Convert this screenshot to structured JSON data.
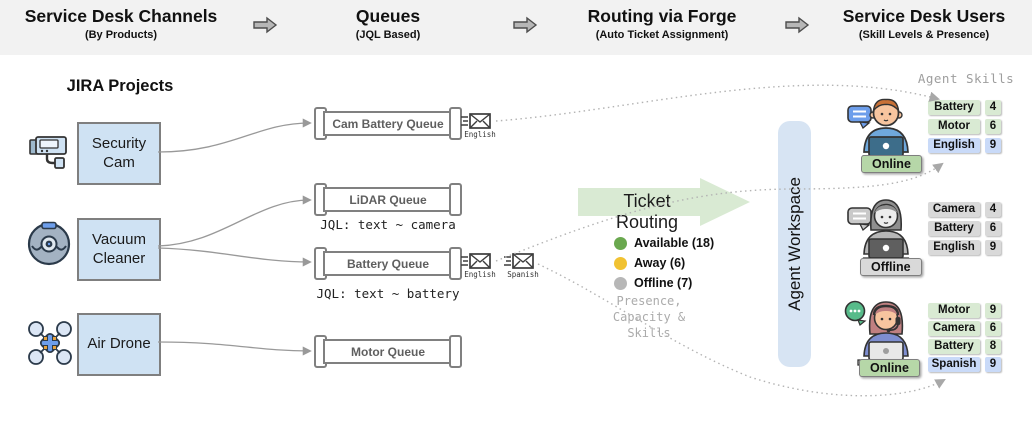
{
  "header": {
    "columns": [
      {
        "title": "Service Desk Channels",
        "subtitle": "(By Products)"
      },
      {
        "title": "Queues",
        "subtitle": "(JQL Based)"
      },
      {
        "title": "Routing via Forge",
        "subtitle": "(Auto Ticket Assignment)"
      },
      {
        "title": "Service Desk Users",
        "subtitle": "(Skill Levels & Presence)"
      }
    ]
  },
  "projects": {
    "title": "JIRA Projects",
    "items": [
      {
        "label": "Security Cam",
        "icon": "security-camera-icon"
      },
      {
        "label": "Vacuum Cleaner",
        "icon": "robot-vacuum-icon"
      },
      {
        "label": "Air Drone",
        "icon": "drone-icon"
      }
    ]
  },
  "queues": [
    {
      "label": "Cam Battery Queue",
      "jql": "",
      "languages": [
        "English"
      ]
    },
    {
      "label": "LiDAR Queue",
      "jql": "JQL: text ~ camera",
      "languages": []
    },
    {
      "label": "Battery Queue",
      "jql": "JQL: text ~ battery",
      "languages": [
        "English",
        "Spanish"
      ]
    },
    {
      "label": "Motor Queue",
      "jql": "",
      "languages": []
    }
  ],
  "routing": {
    "arrow_label": "Ticket Routing",
    "legend": [
      {
        "label": "Available (18)",
        "color": "#6aa84f"
      },
      {
        "label": "Away (6)",
        "color": "#f1c232"
      },
      {
        "label": "Offline (7)",
        "color": "#b7b7b7"
      }
    ],
    "note_lines": [
      "Presence,",
      "Capacity &",
      "Skills"
    ]
  },
  "workspace": {
    "label": "Agent Workspace"
  },
  "agents_header": "Agent Skills",
  "agents": [
    {
      "status": "Online",
      "skills": [
        {
          "name": "Battery",
          "level": "4",
          "type": "green"
        },
        {
          "name": "Motor",
          "level": "6",
          "type": "green"
        },
        {
          "name": "English",
          "level": "9",
          "type": "blue"
        }
      ]
    },
    {
      "status": "Offline",
      "skills": [
        {
          "name": "Camera",
          "level": "4",
          "type": "gray"
        },
        {
          "name": "Battery",
          "level": "6",
          "type": "gray"
        },
        {
          "name": "English",
          "level": "9",
          "type": "gray"
        }
      ]
    },
    {
      "status": "Online",
      "skills": [
        {
          "name": "Motor",
          "level": "9",
          "type": "green"
        },
        {
          "name": "Camera",
          "level": "6",
          "type": "green"
        },
        {
          "name": "Battery",
          "level": "8",
          "type": "green"
        },
        {
          "name": "Spanish",
          "level": "9",
          "type": "blue"
        }
      ]
    }
  ],
  "colors": {
    "band_bg": "#f2f2f2",
    "project_box": "#cfe2f3",
    "queue_border": "#808080",
    "routing_arrow": "#d9ead3",
    "workspace_bg": "#d7e4f3",
    "online_chip": "#b6d7a8",
    "offline_chip": "#d9d9d9",
    "skill_green": "#d9ead3",
    "skill_blue": "#c9daf8",
    "available_dot": "#6aa84f",
    "away_dot": "#f1c232",
    "offline_dot": "#b7b7b7"
  }
}
